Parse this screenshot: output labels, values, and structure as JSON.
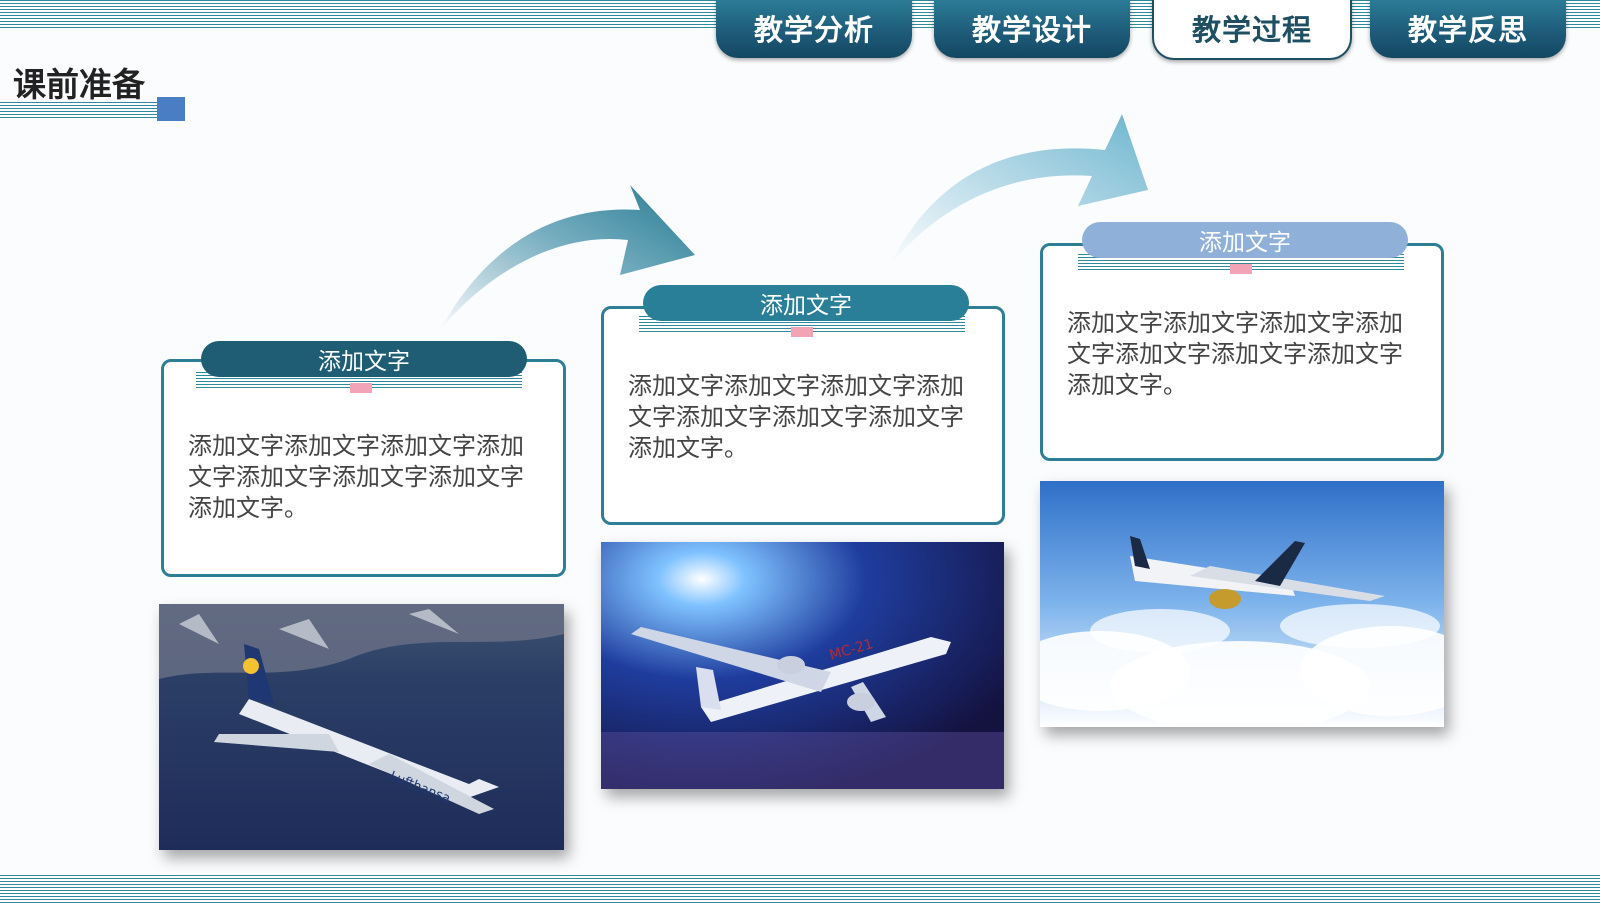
{
  "nav": {
    "tabs": [
      {
        "label": "教学分析"
      },
      {
        "label": "教学设计"
      },
      {
        "label": "教学过程"
      },
      {
        "label": "教学反思"
      }
    ],
    "active_tab": "教学过程"
  },
  "section": {
    "title": "课前准备"
  },
  "steps": [
    {
      "heading": "添加文字",
      "body": "添加文字添加文字添加文字添加文字添加文字添加文字添加文字添加文字。",
      "photo_caption": "Lufthansa"
    },
    {
      "heading": "添加文字",
      "body": "添加文字添加文字添加文字添加文字添加文字添加文字添加文字添加文字。",
      "photo_caption": "MC-21"
    },
    {
      "heading": "添加文字",
      "body": "添加文字添加文字添加文字添加文字添加文字添加文字添加文字添加文字。",
      "photo_caption": ""
    }
  ],
  "colors": {
    "accent": "#2d7e96",
    "pill_dark": "#1e5d74",
    "pill_mid": "#2a7f98",
    "pill_light": "#8fb0d8"
  }
}
